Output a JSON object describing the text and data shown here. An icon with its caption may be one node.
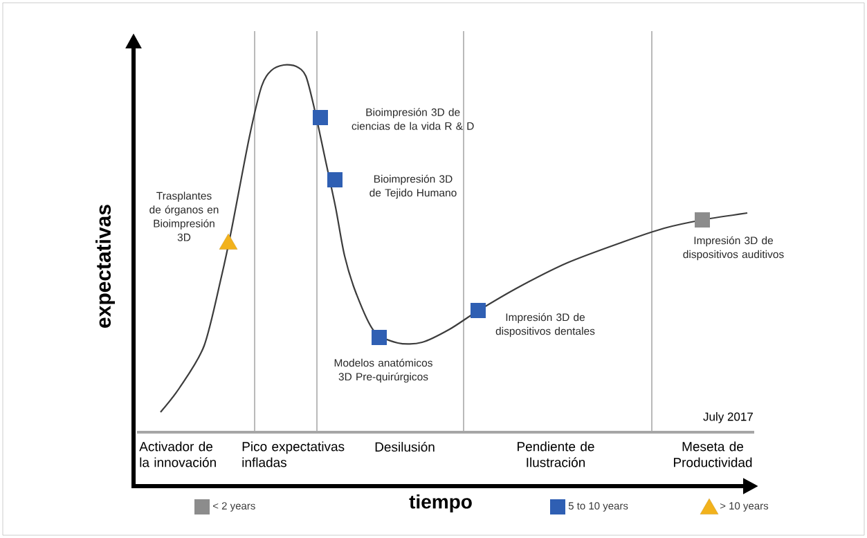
{
  "diagram": {
    "nodes": [
      {
        "text": [],
        "shape": "triangle",
        "beside": [
          "Trasplantes de órganos en Bioimpresión 3D"
        ]
      },
      {
        "text": [],
        "shape": "box",
        "beside": [
          "Bioimpresión 3D de ciencias de la vida R & D"
        ]
      },
      {
        "text": [],
        "shape": "box",
        "beside": [
          "Bioimpresión 3D de Tejido Humano"
        ]
      },
      {
        "text": [],
        "shape": "box",
        "beside": [
          "Modelos anatómicos 3D Pre-quirúrgicos"
        ]
      },
      {
        "text": [],
        "shape": "box",
        "beside": [
          "Impresión 3D de dispositivos dentales"
        ]
      },
      {
        "text": [],
        "shape": "box",
        "beside": [
          "Impresión 3D de dispositivos auditivos"
        ]
      }
    ],
    "labels": [
      "expectativas",
      "July 2017",
      "Activador de la innovación",
      "Pico expectativas infladas",
      "Desilusión",
      "Pendiente de Ilustración",
      "Meseta de Productividad",
      "tiempo"
    ],
    "legend": [
      {
        "text": "< 2 years",
        "color": "#8c8c8c"
      },
      {
        "text": "5 to 10 years",
        "color": "#2f5fb3"
      },
      {
        "text": "> 10 years",
        "color": "#f2b21c"
      }
    ]
  }
}
